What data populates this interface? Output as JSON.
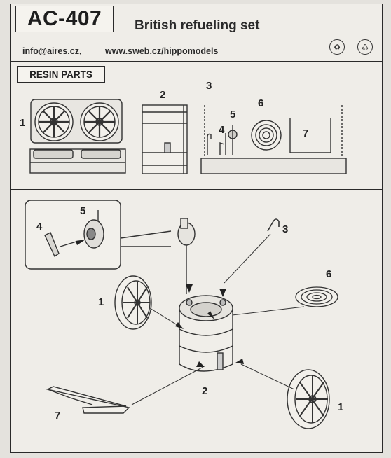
{
  "header": {
    "code": "AC-407",
    "title": "British refueling set",
    "email": "info@aires.cz,",
    "website": "www.sweb.cz/hippomodels"
  },
  "icons": [
    "recycle-bin-icon",
    "recycle-icon"
  ],
  "section": {
    "label": "RESIN PARTS"
  },
  "part_numbers": {
    "top": [
      "1",
      "2",
      "3",
      "4",
      "5",
      "6",
      "7"
    ],
    "detail": [
      "4",
      "5"
    ],
    "assembly": [
      "1",
      "2",
      "3",
      "6",
      "7",
      "1"
    ]
  }
}
